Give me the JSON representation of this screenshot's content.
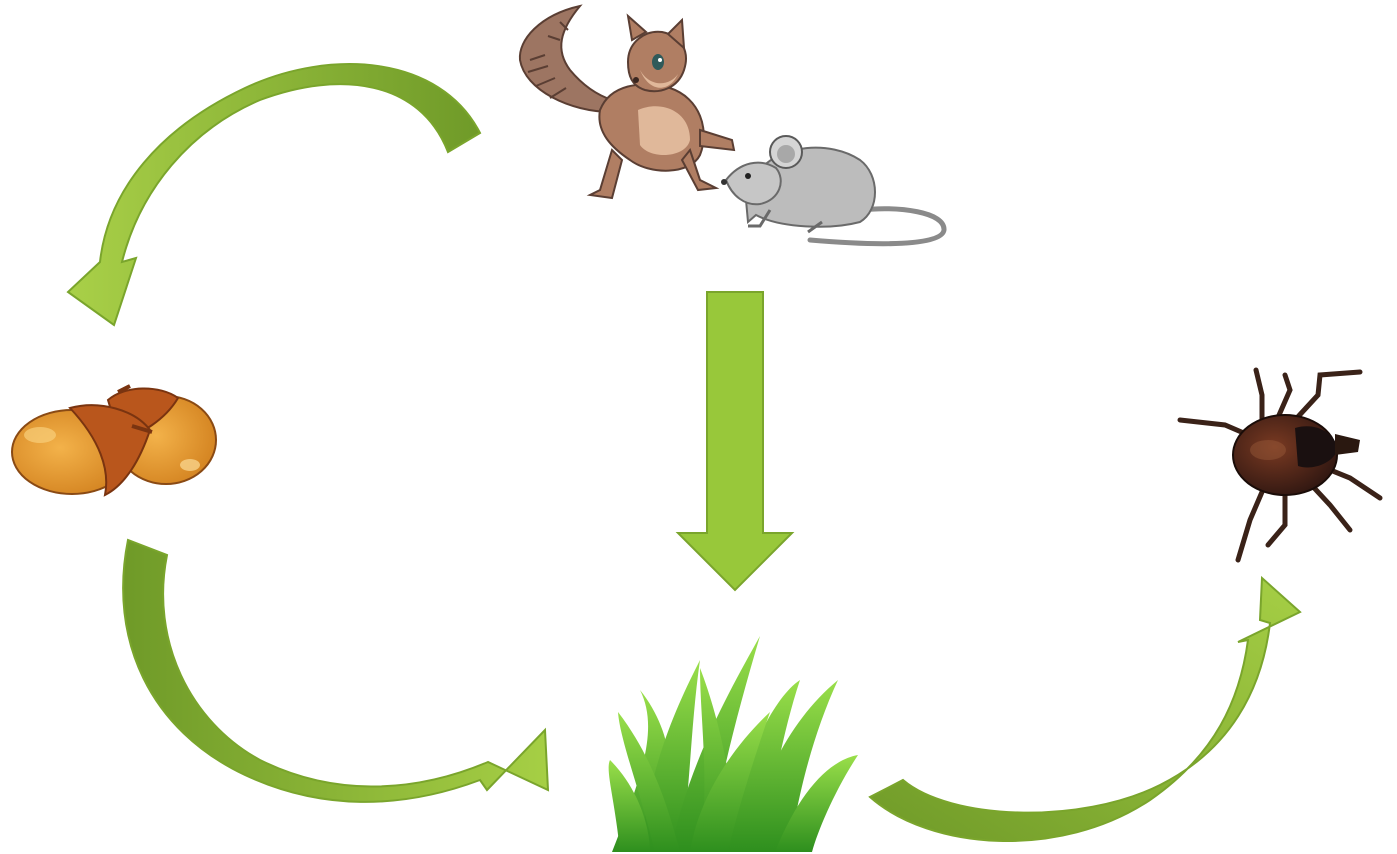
{
  "diagram": {
    "nodes": [
      {
        "id": "rodents",
        "icon": "squirrel-and-mouse-icon"
      },
      {
        "id": "acorns",
        "icon": "acorn-icon"
      },
      {
        "id": "grass",
        "icon": "grass-icon"
      },
      {
        "id": "tick",
        "icon": "tick-icon"
      }
    ],
    "edges": [
      {
        "from": "rodents",
        "to": "acorns",
        "style": "curved-arrow"
      },
      {
        "from": "rodents",
        "to": "grass",
        "style": "straight-arrow"
      },
      {
        "from": "acorns",
        "to": "grass",
        "style": "curved-arrow"
      },
      {
        "from": "grass",
        "to": "tick",
        "style": "curved-arrow"
      }
    ],
    "colors": {
      "arrow_light": "#9bc83b",
      "arrow_dark": "#6f9a28",
      "arrow_stroke": "#7aa52c",
      "squirrel": "#b07e63",
      "mouse": "#b7b7b7",
      "acorn": "#e39a2c",
      "acorn_cap": "#b9561c",
      "grass": "#5fb52e",
      "tick": "#4a2318"
    }
  }
}
